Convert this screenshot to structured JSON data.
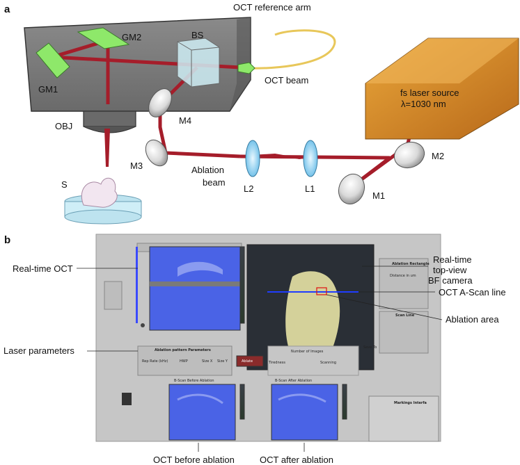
{
  "panel_a": {
    "letter": "a",
    "labels": {
      "oct_reference_arm": "OCT reference arm",
      "gm2": "GM2",
      "gm1": "GM1",
      "bs": "BS",
      "oct_beam": "OCT beam",
      "obj": "OBJ",
      "m4": "M4",
      "fs_laser_line1": "fs laser source",
      "fs_laser_line2": "λ=1030 nm",
      "m3": "M3",
      "ablation_beam_line1": "Ablation",
      "ablation_beam_line2": "beam",
      "l2": "L2",
      "l1": "L1",
      "m2": "M2",
      "m1": "M1",
      "s": "S"
    },
    "colors": {
      "beam": "#a51d2a",
      "housing": "#6e6e6e",
      "galvo": "#8ee86a",
      "laser_box": "#d98a1f",
      "fiber": "#e8c75a",
      "lens": "#8fd3f0"
    }
  },
  "panel_b": {
    "letter": "b",
    "callouts": {
      "realtime_oct": "Real-time OCT",
      "laser_parameters": "Laser parameters",
      "camera_line1": "Real-time",
      "camera_line2": "top-view",
      "camera_line3": "BF camera",
      "ascan_line": "OCT A-Scan line",
      "ablation_area": "Ablation area",
      "before": "OCT before ablation",
      "after": "OCT after ablation"
    },
    "ui": {
      "ablation_pattern_title": "Ablation pattern Parameters",
      "ablation_rect_title": "Ablation Rectangle",
      "distance_um": "Distance in um",
      "scan_line_title": "Scan Line",
      "markings_title": "Markings Interfa",
      "ablate_button": "Ablate",
      "rep_rate_label": "Rep Rate (kHz)",
      "hwp_label": "HWP",
      "size_x_label": "Size X",
      "size_y_label": "Size Y",
      "b_scan_before": "B-Scan Before Ablation",
      "b_scan_after": "B-Scan After Ablation",
      "tiredness_label": "Tiredness",
      "number_of_images": "Number of Images",
      "scanning_label": "Scanning",
      "save_to_label": "Save To"
    },
    "colors": {
      "ui_bg": "#c6c6c6",
      "oct_plot": "#4a63e6",
      "scan_line": "#1f3cff",
      "ablation_box": "#e01010",
      "camera_bg": "#2a2f36"
    }
  }
}
